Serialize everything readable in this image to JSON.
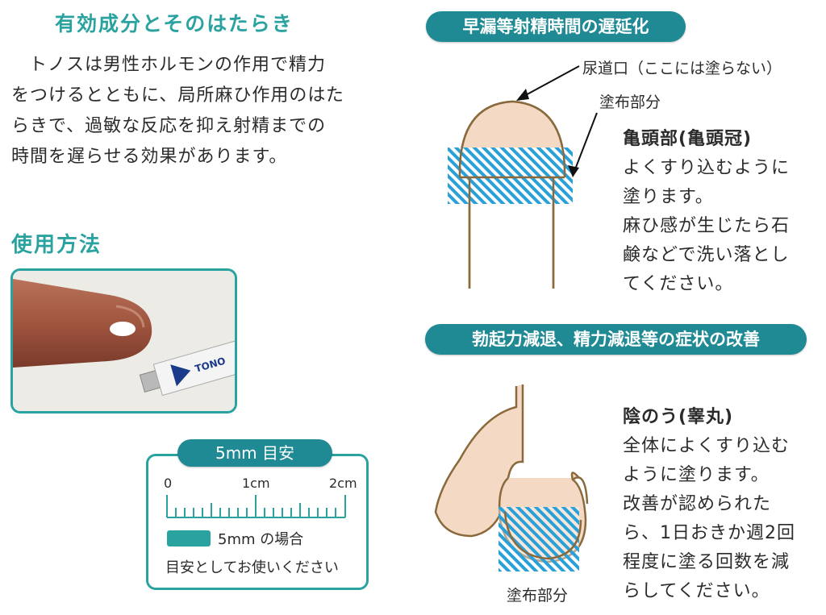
{
  "left": {
    "section1_title": "有効成分とそのはたらき",
    "intro_lines": [
      "トノスは男性ホルモンの作用で精力",
      "をつけるとともに、局所麻ひ作用のはた",
      "らきで、過敏な反応を抑え射精までの",
      "時間を遅らせる効果があります。"
    ],
    "section2_title": "使用方法",
    "tube_text": "TONO",
    "ruler": {
      "badge": "5mm 目安",
      "tick_0": "0",
      "tick_1": "1cm",
      "tick_2": "2cm",
      "legend": "5mm の場合",
      "note": "目安としてお使いください"
    }
  },
  "right": {
    "top_badge": "早漏等射精時間の遅延化",
    "urethra_label": "尿道口（ここには塗らない）",
    "apply_label_top": "塗布部分",
    "glans": {
      "heading": "亀頭部(亀頭冠)",
      "lines": [
        "よくすり込むように",
        "塗ります。",
        "麻ひ感が生じたら石",
        "鹸などで洗い落とし",
        "てください。"
      ]
    },
    "bottom_badge": "勃起力減退、精力減退等の症状の改善",
    "scrotum": {
      "heading": "陰のう(睾丸)",
      "lines": [
        "全体によくすり込む",
        "ように塗ります。",
        "改善が認められた",
        "ら、1日おきか週2回",
        "程度に塗る回数を減",
        "らしてください。"
      ]
    },
    "apply_label_bottom": "塗布部分"
  },
  "colors": {
    "teal": "#2aa3a0",
    "dark_teal": "#1f8a93",
    "skin": "#f4d9c4",
    "outline": "#8a6a3c"
  }
}
